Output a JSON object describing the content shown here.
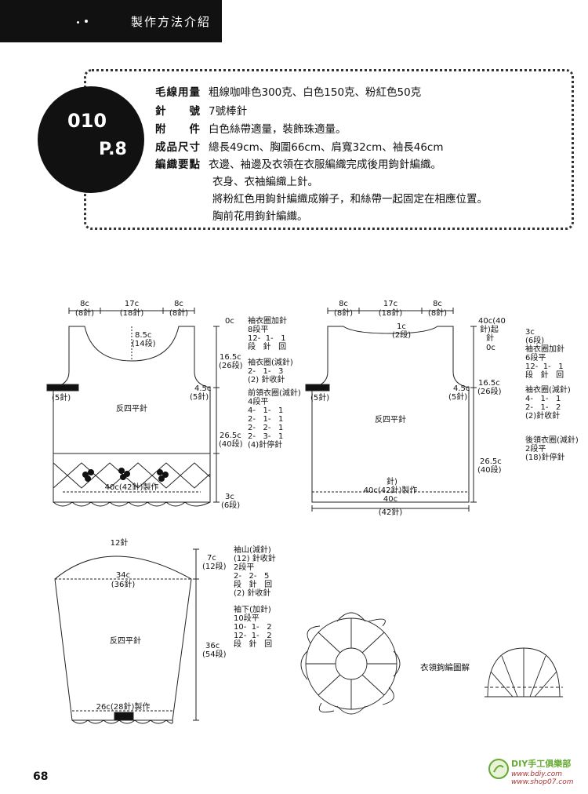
{
  "header": {
    "title": "製作方法介紹"
  },
  "badge": {
    "number": "010",
    "page": "P.8"
  },
  "specs": [
    {
      "label": "毛線用量",
      "value": "粗線咖啡色300克、白色150克、粉紅色50克"
    },
    {
      "label": "針　　號",
      "value": "7號棒針"
    },
    {
      "label": "附　　件",
      "value": "白色絲帶適量，裝飾珠適量。"
    },
    {
      "label": "成品尺寸",
      "value": "總長49cm、胸圍66cm、肩寬32cm、袖長46cm"
    },
    {
      "label": "編織要點",
      "value": "衣邊、袖邊及衣領在衣服編織完成後用鉤針編織。"
    }
  ],
  "spec_continuation": [
    "衣身、衣袖編織上針。",
    "將粉紅色用鉤針編織成辮子，和絲帶一起固定在相應位置。",
    "胸前花用鉤針編織。"
  ],
  "front": {
    "top_dims": [
      "8c",
      "(8針)",
      "17c",
      "(18針)",
      "8c",
      "(8針)"
    ],
    "neck_depth": [
      "8.5c",
      "(14段)"
    ],
    "armhole_side": [
      "4.5c",
      "(5針)"
    ],
    "left_side": [
      "(5針)"
    ],
    "body_label": "反四平針",
    "bottom_label": "40c(42針)製作",
    "right_dims": [
      "0c",
      "16.5c",
      "(26段)",
      "26.5c",
      "(40段)",
      "3c",
      "(6段)"
    ],
    "notes": [
      "袖衣圈加針\n8段平\n12-  1-   1\n段   針   回",
      "袖衣圈(減針)\n2-   1-   3\n(2) 針收針",
      "前領衣圈(減針)\n4段平\n4-   1-   1\n2-   1-   1\n2-   2-   1\n2-   3-   1\n(4)針停針"
    ]
  },
  "back": {
    "top_dims": [
      "8c",
      "(8針)",
      "17c",
      "(18針)",
      "8c",
      "(8針)"
    ],
    "neck_mid": [
      "1c",
      "(2段)"
    ],
    "armhole_side": [
      "4.5c",
      "(5針)"
    ],
    "left_side": [
      "(5針)"
    ],
    "body_label": "反四平針",
    "bottom_labels": [
      "針)",
      "40c(42針)製作",
      "40c",
      "(42針)"
    ],
    "right_dims": [
      "40c(40",
      "針)起",
      "針",
      "0c",
      "16.5c",
      "(26段)",
      "26.5c",
      "(40段)"
    ],
    "notes": [
      "3c\n(6段)\n袖衣圈加針\n6段平\n12-  1-   1\n段   針   回",
      "袖衣圈(減針)\n4-   1-   1\n2-   1-   2\n(2)針收針",
      "後領衣圈(減針)\n2段平\n(18)針停針"
    ]
  },
  "sleeve": {
    "top_label": "12針",
    "width_labels": [
      "34c",
      "(36針)"
    ],
    "body_label": "反四平針",
    "bottom_label": "26c(28針)製作",
    "right_dims": [
      "7c",
      "(12段)",
      "36c",
      "(54段)"
    ],
    "notes": [
      "袖山(減針)\n(12) 針收針\n2段平\n2-   2-   5\n段   針   回\n(2) 針收針",
      "袖下(加針)\n10段平\n10-  1-   2\n12-  1-   2\n段   針   回"
    ]
  },
  "crochet_label": "衣領鉤編圖解",
  "page_number": "68",
  "watermark": {
    "line1": "DIY手工俱樂部",
    "line2": "www.bdiy.com www.shop07.com"
  }
}
